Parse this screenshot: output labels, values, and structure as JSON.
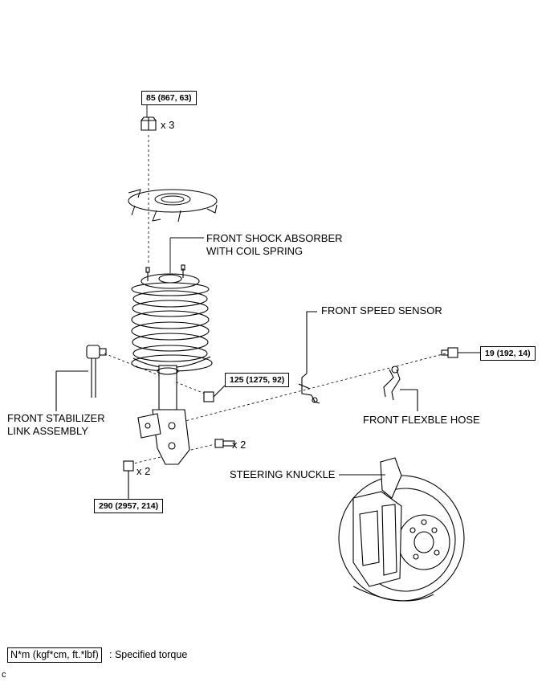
{
  "torque_specs": {
    "nut_top": "85 (867, 63)",
    "stabilizer_nut": "125 (1275, 92)",
    "hose_bolt": "19 (192, 14)",
    "knuckle_bolts": "290 (2957, 214)"
  },
  "quantities": {
    "nut_top": "x 3",
    "knuckle_bolt": "x 2",
    "knuckle_nut": "x 2"
  },
  "part_labels": {
    "shock_line1": "FRONT SHOCK ABSORBER",
    "shock_line2": "WITH COIL SPRING",
    "speed_sensor": "FRONT SPEED SENSOR",
    "stabilizer_line1": "FRONT STABILIZER",
    "stabilizer_line2": "LINK ASSEMBLY",
    "flex_hose": "FRONT FLEXBLE HOSE",
    "knuckle": "STEERING KNUCKLE"
  },
  "legend": {
    "unit_box": "N*m (kgf*cm, ft.*lbf)",
    "description": ": Specified torque"
  },
  "figure_code": "c"
}
